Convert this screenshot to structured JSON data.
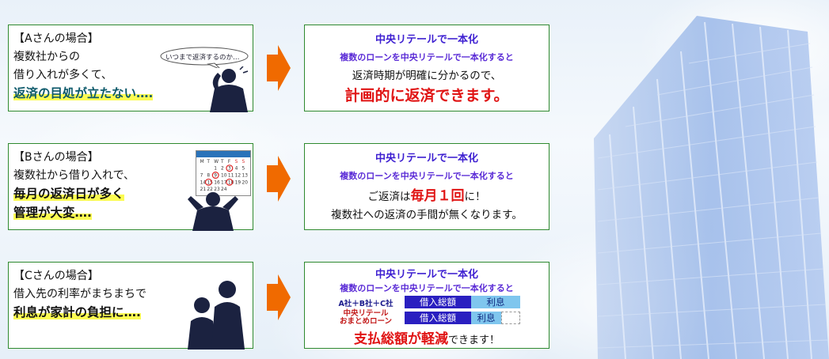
{
  "cases": [
    {
      "label": "【Aさんの場合】",
      "lines": [
        "複数社からの",
        "借り入れが多くて、"
      ],
      "highlight": "返済の目処が立たない….",
      "bubble": "いつまで返済するのか…"
    },
    {
      "label": "【Bさんの場合】",
      "lines": [
        "複数社から借り入れで、"
      ],
      "highlight_lines": [
        "毎月の返済日が多く",
        "管理が大変…."
      ],
      "calendar_days": [
        "M",
        "T",
        "W",
        "T",
        "F",
        "S",
        "S"
      ]
    },
    {
      "label": "【Cさんの場合】",
      "lines": [
        "借入先の利率がまちまちで"
      ],
      "highlight": "利息が家計の負担に…."
    }
  ],
  "solutions": [
    {
      "title": "中央リテールで一本化",
      "subtitle": "複数のローンを中央リテールで一本化すると",
      "line": "返済時期が明確に分かるので、",
      "emphasis": "計画的に返済できます。"
    },
    {
      "title": "中央リテールで一本化",
      "subtitle": "複数のローンを中央リテールで一本化すると",
      "line_prefix": "ご返済は",
      "line_emphasis": "毎月１回",
      "line_suffix": "に！",
      "line2": "複数社への返済の手間が無くなります。"
    },
    {
      "title": "中央リテールで一本化",
      "subtitle": "複数のローンを中央リテールで一本化すると",
      "row1_label": "A社＋B社＋C社",
      "row2_label_1": "中央リテール",
      "row2_label_2": "おまとめローン",
      "principal": "借入総額",
      "interest": "利息",
      "final_emphasis": "支払総額が軽減",
      "final_suffix": "できます！"
    }
  ],
  "colors": {
    "border": "#2f8a2f",
    "title": "#3d1fd1",
    "emphasis": "#e01414",
    "highlight": "#fbfb52",
    "arrow": "#f06a00"
  }
}
